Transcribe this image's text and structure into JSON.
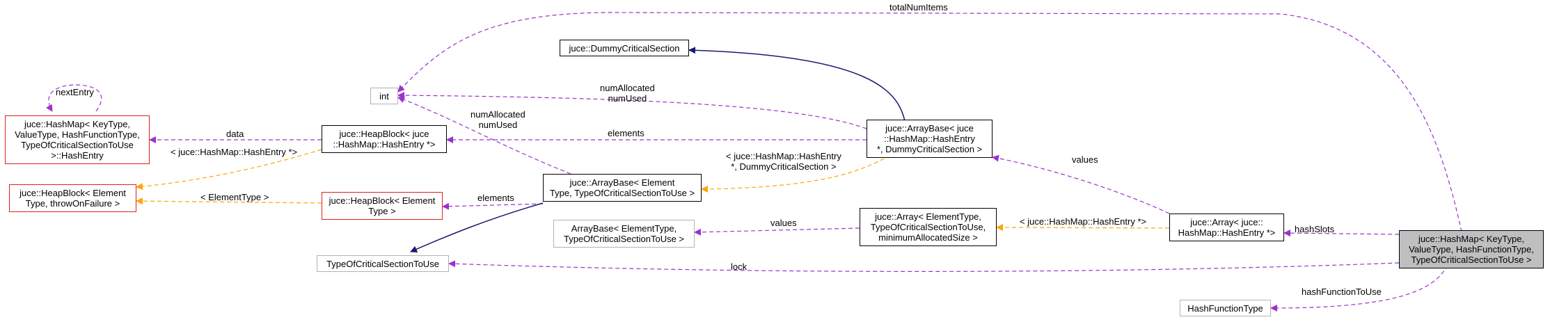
{
  "colors": {
    "member_edge": "#9a32cd",
    "template_edge": "#ffa500",
    "inherit_edge": "#191970",
    "node_border": "#000000",
    "undocumented_border": "#e01f1f",
    "external_border": "#b3b3b3",
    "focus_fill": "#bfbfbf"
  },
  "nodes": {
    "hashmap": "juce::HashMap< KeyType,\nValueType, HashFunctionType,\nTypeOfCriticalSectionToUse >",
    "int": "int",
    "dummy_cs": "juce::DummyCriticalSection",
    "hashentry": "juce::HashMap< KeyType,\nValueType, HashFunctionType,\nTypeOfCriticalSectionToUse\n>::HashEntry",
    "heapblock_entry": "juce::HeapBlock< juce\n::HashMap::HashEntry *>",
    "arraybase_entry": "juce::ArrayBase< juce\n::HashMap::HashEntry\n*, DummyCriticalSection >",
    "heapblock_tmpl": "juce::HeapBlock< Element\nType, throwOnFailure >",
    "heapblock_elem": "juce::HeapBlock< Element\nType >",
    "arraybase_tmpl": "juce::ArrayBase< Element\nType, TypeOfCriticalSectionToUse >",
    "arraybase_ext": "ArrayBase< ElementType,\nTypeOfCriticalSectionToUse >",
    "array_tmpl": "juce::Array< ElementType,\nTypeOfCriticalSectionToUse,\nminimumAllocatedSize >",
    "array_entry": "juce::Array< juce::\nHashMap::HashEntry *>",
    "cs_type": "TypeOfCriticalSectionToUse",
    "hashfn": "HashFunctionType"
  },
  "edge_labels": {
    "totalNumItems": "totalNumItems",
    "nextEntry": "nextEntry",
    "data": "data",
    "hb_tmpl_arg": "< juce::HashMap::HashEntry *>",
    "elements_top": "elements",
    "numalloc_top": "numAllocated\nnumUsed",
    "numalloc_mid": "numAllocated\nnumUsed",
    "ab_tmpl_arg": "< juce::HashMap::HashEntry\n*, DummyCriticalSection >",
    "element_type": "< ElementType >",
    "elements_bottom": "elements",
    "values_left": "values",
    "array_tmpl_arg": "< juce::HashMap::HashEntry *>",
    "values_right": "values",
    "hashSlots": "hashSlots",
    "lock": "lock",
    "hashFunctionToUse": "hashFunctionToUse"
  }
}
